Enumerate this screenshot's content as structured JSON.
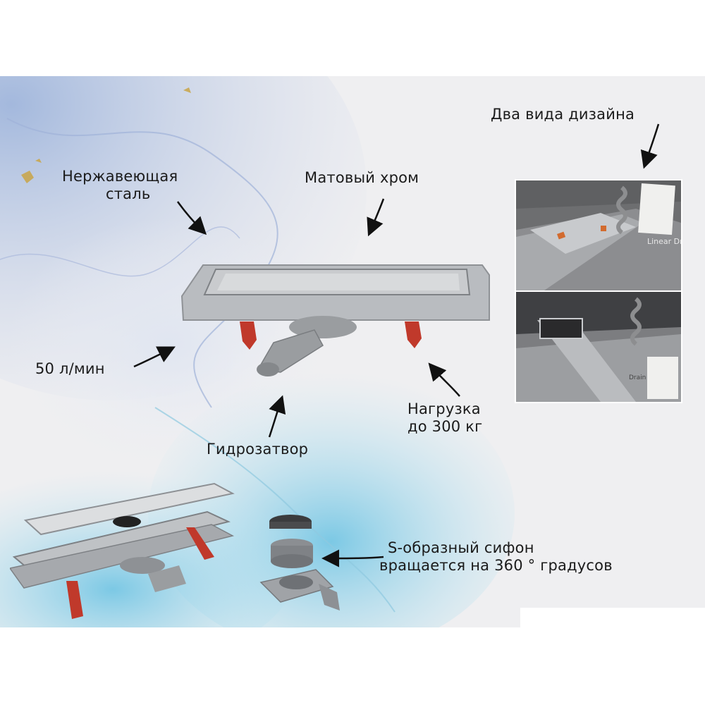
{
  "labels": {
    "stainless": [
      "Нержавеющая",
      "сталь"
    ],
    "matte_chrome": "Матовый хром",
    "two_designs": "Два вида дизайна",
    "flow_rate": "50 л/мин",
    "load": [
      "Нагрузка",
      "до 300 кг"
    ],
    "water_seal": "Гидрозатвор",
    "siphon": [
      "S-образный сифон",
      "вращается на 360 ° градусов"
    ]
  },
  "photo_text": {
    "box_brand": "Linear Drain",
    "box_brand_2": "Drain"
  },
  "colors": {
    "marble_blue": "#7e9fd0",
    "marble_cyan": "#73c7e4",
    "steel": "#b9bcc0",
    "plastic_gray": "#9a9da0",
    "red_legs": "#c0392b",
    "text": "#1b1b1b"
  }
}
